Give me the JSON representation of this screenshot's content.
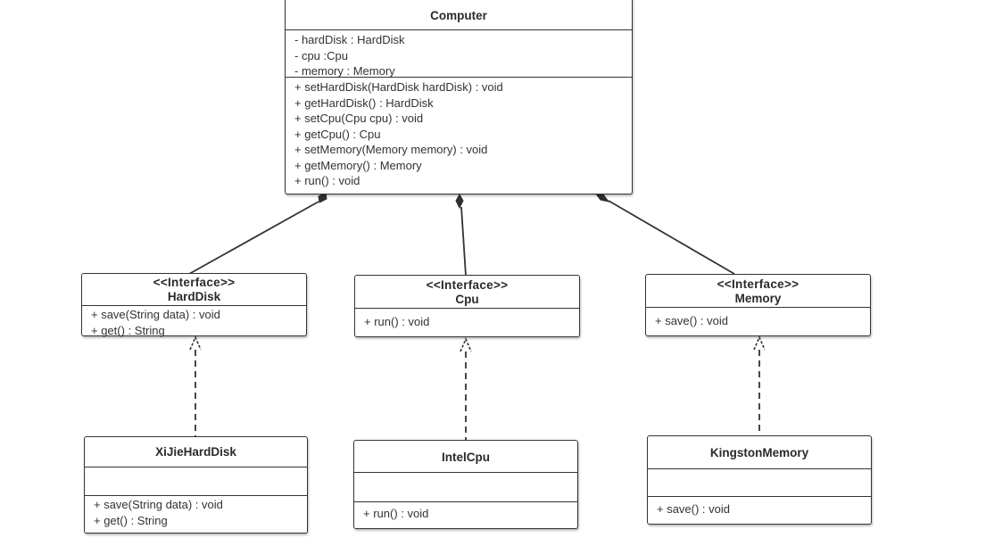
{
  "diagram": {
    "classes": {
      "computer": {
        "name": "Computer",
        "attributes": [
          "- hardDisk : HardDisk",
          "- cpu :Cpu",
          "- memory : Memory"
        ],
        "methods": [
          "+ setHardDisk(HardDisk hardDisk) : void",
          "+ getHardDisk() : HardDisk",
          "+ setCpu(Cpu cpu) : void",
          "+ getCpu() : Cpu",
          "+ setMemory(Memory memory) : void",
          "+ getMemory() : Memory",
          "+ run() : void"
        ]
      },
      "harddisk": {
        "stereotype": "<<Interface>>",
        "name": "HardDisk",
        "methods": [
          "+ save(String data) : void",
          "+ get() : String"
        ]
      },
      "cpu": {
        "stereotype": "<<Interface>>",
        "name": "Cpu",
        "methods": [
          "+ run() : void"
        ]
      },
      "memory": {
        "stereotype": "<<Interface>>",
        "name": "Memory",
        "methods": [
          "+ save() : void"
        ]
      },
      "xijieharddisk": {
        "name": "XiJieHardDisk",
        "attributes": [],
        "methods": [
          "+ save(String data) : void",
          "+ get() : String"
        ]
      },
      "intelcpu": {
        "name": "IntelCpu",
        "attributes": [],
        "methods": [
          "+ run() : void"
        ]
      },
      "kingstonmemory": {
        "name": "KingstonMemory",
        "attributes": [],
        "methods": [
          "+ save() : void"
        ]
      }
    },
    "relations": [
      {
        "type": "composition",
        "whole": "Computer",
        "part": "HardDisk"
      },
      {
        "type": "composition",
        "whole": "Computer",
        "part": "Cpu"
      },
      {
        "type": "composition",
        "whole": "Computer",
        "part": "Memory"
      },
      {
        "type": "realization",
        "from": "XiJieHardDisk",
        "to": "HardDisk"
      },
      {
        "type": "realization",
        "from": "IntelCpu",
        "to": "Cpu"
      },
      {
        "type": "realization",
        "from": "KingstonMemory",
        "to": "Memory"
      }
    ],
    "colors": {
      "line": "#333333",
      "background": "#ffffff",
      "text": "#2a2a2a"
    }
  }
}
